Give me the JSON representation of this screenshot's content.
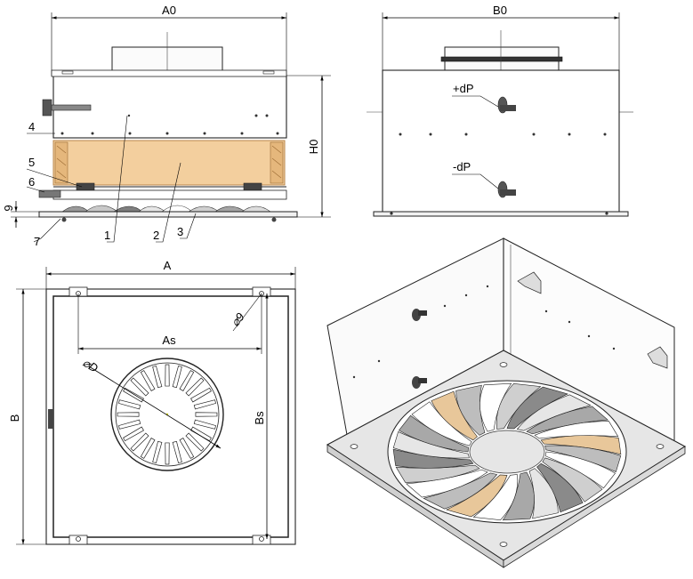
{
  "front_view": {
    "dim_width": "A0",
    "dim_height": "H0",
    "dim_flange": "9",
    "callouts": [
      "1",
      "2",
      "3",
      "4",
      "5",
      "6",
      "7"
    ],
    "colors": {
      "filter": "#f3cf9e",
      "filter_edge": "#d9a86a"
    }
  },
  "side_view": {
    "dim_width": "B0",
    "port_plus": "+dP",
    "port_minus": "-dP"
  },
  "plan_view": {
    "dim_width": "A",
    "dim_height": "B",
    "dim_hole_x": "As",
    "dim_hole_y": "Bs",
    "dim_diameter": "⌀D",
    "dim_hole": "⌀9"
  },
  "iso_view": {
    "colors": {
      "plate": "#e6e6e6",
      "box": "#f7f7f7",
      "vane_dark": "#8a8a8a",
      "vane_tan": "#e8c79a"
    }
  }
}
